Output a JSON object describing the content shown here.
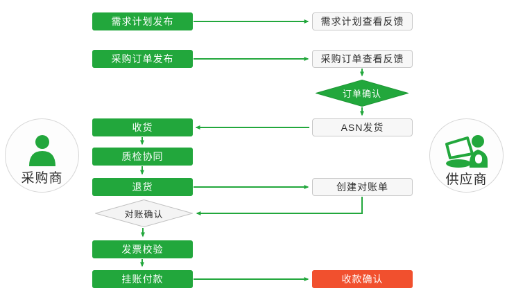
{
  "colors": {
    "green": "#22a73c",
    "red": "#f1502e",
    "box_bg_light": "#f7f7f7",
    "box_border": "#c9c9c9",
    "diamond_gray_bg": "#f4f4f4",
    "diamond_gray_border": "#c0c0c0",
    "circle_bg": "#fdfdfd",
    "circle_border": "#d6d6d6",
    "text_dark": "#2e2e2e",
    "text_light": "#ffffff"
  },
  "actors": {
    "buyer": {
      "label": "采购商",
      "icon": "person-icon"
    },
    "supplier": {
      "label": "供应商",
      "icon": "person-laptop-icon"
    }
  },
  "nodes": {
    "demand_plan_publish": "需求计划发布",
    "demand_plan_view_feedback": "需求计划查看反馈",
    "purchase_order_publish": "采购订单发布",
    "purchase_order_view_feedback": "采购订单查看反馈",
    "order_confirm": "订单确认",
    "receive_goods": "收货",
    "asn_shipping": "ASN发货",
    "quality_inspection": "质检协同",
    "return_goods": "退货",
    "create_statement": "创建对账单",
    "statement_confirm": "对账确认",
    "invoice_verification": "发票校验",
    "booked_payment": "挂账付款",
    "receipt_confirm": "收款确认"
  },
  "edges": [
    {
      "from": "demand_plan_publish",
      "to": "demand_plan_view_feedback"
    },
    {
      "from": "purchase_order_publish",
      "to": "purchase_order_view_feedback"
    },
    {
      "from": "purchase_order_view_feedback",
      "to": "order_confirm"
    },
    {
      "from": "order_confirm",
      "to": "asn_shipping"
    },
    {
      "from": "asn_shipping",
      "to": "receive_goods"
    },
    {
      "from": "receive_goods",
      "to": "quality_inspection"
    },
    {
      "from": "quality_inspection",
      "to": "return_goods"
    },
    {
      "from": "return_goods",
      "to": "create_statement"
    },
    {
      "from": "create_statement",
      "to": "statement_confirm"
    },
    {
      "from": "statement_confirm",
      "to": "invoice_verification"
    },
    {
      "from": "invoice_verification",
      "to": "booked_payment"
    },
    {
      "from": "booked_payment",
      "to": "receipt_confirm"
    }
  ]
}
